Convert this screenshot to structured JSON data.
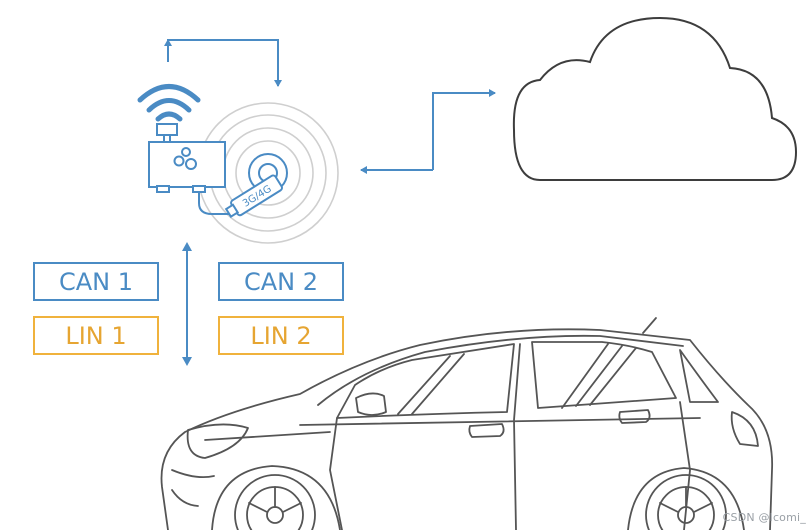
{
  "colors": {
    "can_blue": "#4a8bc4",
    "lin_orange": "#f0b23c",
    "line_gray": "#555555",
    "cloud_stroke": "#3d3d3d"
  },
  "icons": {
    "wireless": "wifi-signal-icon",
    "gateway": "telematics-gateway-icon",
    "modem": "usb-modem-icon",
    "cloud": "cloud-icon",
    "vehicle": "car-icon"
  },
  "labels": {
    "modem": "3G/4G"
  },
  "buses": {
    "can1": "CAN 1",
    "can2": "CAN 2",
    "lin1": "LIN 1",
    "lin2": "LIN 2"
  },
  "watermark": "CSDN @lcomi_"
}
